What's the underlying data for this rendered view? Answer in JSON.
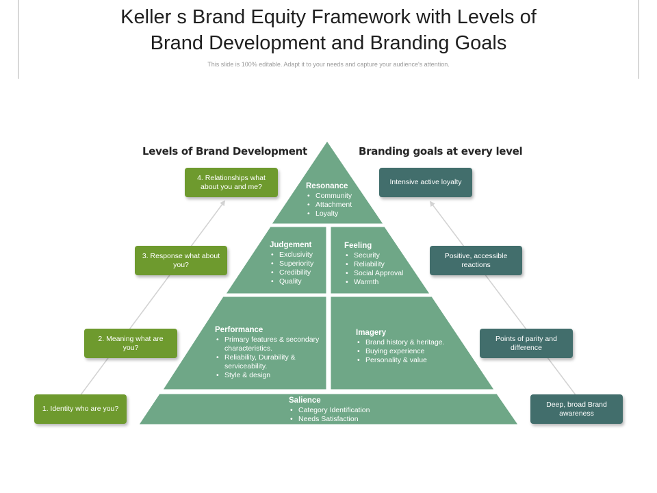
{
  "header": {
    "title_line1": "Keller s Brand Equity Framework with Levels of",
    "title_line2": "Brand Development and Branding Goals",
    "subtitle": "This slide is 100% editable. Adapt it to your needs and capture your audience's attention."
  },
  "sections": {
    "left_title": "Levels of Brand Development",
    "right_title": "Branding goals at every level"
  },
  "colors": {
    "pyramid": "#6fa787",
    "pyramid_border": "#ffffff",
    "level_box": "#6e9a2e",
    "goal_box": "#426e6c",
    "connector": "#d3d3d3"
  },
  "pyramid": {
    "resonance": {
      "title": "Resonance",
      "items": [
        "Community",
        "Attachment",
        "Loyalty"
      ]
    },
    "judgement": {
      "title": "Judgement",
      "items": [
        "Exclusivity",
        "Superiority",
        "Credibility",
        "Quality"
      ]
    },
    "feeling": {
      "title": "Feeling",
      "items": [
        "Security",
        "Reliability",
        "Social Approval",
        "Warmth"
      ]
    },
    "performance": {
      "title": "Performance",
      "items": [
        "Primary  features & secondary characteristics.",
        "Reliability,  Durability  & serviceability.",
        "Style & design"
      ]
    },
    "imagery": {
      "title": "Imagery",
      "items": [
        "Brand history & heritage.",
        "Buying experience",
        "Personality  & value"
      ]
    },
    "salience": {
      "title": "Salience",
      "items": [
        "Category Identification",
        "Needs Satisfaction"
      ]
    }
  },
  "levels": [
    {
      "label": "1. Identity  who are you?"
    },
    {
      "label": "2. Meaning  what are you?"
    },
    {
      "label": "3. Response  what about you?"
    },
    {
      "label": "4. Relationships  what about you and me?"
    }
  ],
  "goals": [
    {
      "label": "Deep, broad Brand awareness"
    },
    {
      "label": "Points  of parity and difference"
    },
    {
      "label": "Positive,  accessible reactions"
    },
    {
      "label": "Intensive active loyalty"
    }
  ]
}
